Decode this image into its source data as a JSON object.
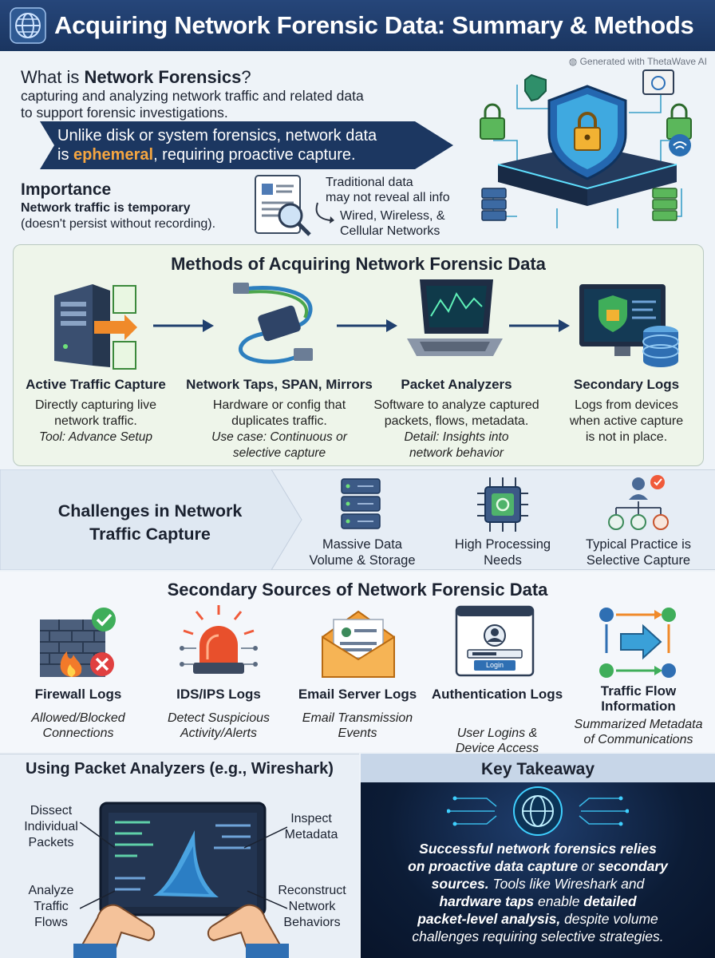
{
  "header": {
    "title": "Acquiring Network Forensic Data: Summary & Methods"
  },
  "credit": "Generated with ThetaWave AI",
  "intro": {
    "question_prefix": "What is ",
    "question_term": "Network Forensics",
    "question_suffix": "?",
    "definition_line1": "capturing and analyzing network traffic and related data",
    "definition_line2": "to support forensic investigations.",
    "banner_line1": "Unlike disk or system forensics, network data",
    "banner_is": "is ",
    "banner_highlight": "ephemeral",
    "banner_rest": ", requiring proactive capture."
  },
  "importance": {
    "heading": "Importance",
    "line1": "Network traffic is temporary",
    "line2": "(doesn't persist without recording).",
    "note1": "Traditional data",
    "note2": "may not reveal all info",
    "note3": "Wired, Wireless, &",
    "note4": "Cellular Networks"
  },
  "methods": {
    "heading": "Methods of Acquiring Network Forensic Data",
    "items": [
      {
        "title": "Active Traffic Capture",
        "desc1": "Directly capturing live",
        "desc2": "network traffic.",
        "note1": "Tool: Advance Setup",
        "note2": ""
      },
      {
        "title": "Network Taps, SPAN, Mirrors",
        "desc1": "Hardware or config that",
        "desc2": "duplicates traffic.",
        "note1": "Use case: Continuous or",
        "note2": "selective capture"
      },
      {
        "title": "Packet Analyzers",
        "desc1": "Software to analyze captured",
        "desc2": "packets, flows, metadata.",
        "note1": "Detail: Insights into",
        "note2": "network behavior"
      },
      {
        "title": "Secondary Logs",
        "desc1": "Logs from devices",
        "desc2": "when active capture",
        "note1": "",
        "note2": "is not in place."
      }
    ]
  },
  "challenges": {
    "heading_line1": "Challenges in Network",
    "heading_line2": "Traffic Capture",
    "items": [
      {
        "line1": "Massive Data",
        "line2": "Volume & Storage"
      },
      {
        "line1": "High Processing",
        "line2": "Needs"
      },
      {
        "line1": "Typical Practice is",
        "line2": "Selective Capture"
      }
    ]
  },
  "secondary": {
    "heading": "Secondary Sources of Network Forensic Data",
    "items": [
      {
        "title1": "Firewall Logs",
        "title2": "",
        "desc1": "Allowed/Blocked",
        "desc2": "Connections"
      },
      {
        "title1": "IDS/IPS Logs",
        "title2": "",
        "desc1": "Detect Suspicious",
        "desc2": "Activity/Alerts"
      },
      {
        "title1": "Email Server Logs",
        "title2": "",
        "desc1": "Email Transmission",
        "desc2": "Events"
      },
      {
        "title1": "Authentication Logs",
        "title2": "",
        "desc1": "User Logins &",
        "desc2": "Device Access"
      },
      {
        "title1": "Traffic Flow",
        "title2": "Information",
        "desc1": "Summarized Metadata",
        "desc2": "of Communications"
      }
    ],
    "login_button": "Login"
  },
  "analyzers": {
    "heading": "Using Packet Analyzers (e.g., Wireshark)",
    "labels": [
      {
        "l1": "Dissect",
        "l2": "Individual",
        "l3": "Packets"
      },
      {
        "l1": "Inspect",
        "l2": "Metadata",
        "l3": ""
      },
      {
        "l1": "Analyze",
        "l2": "Traffic",
        "l3": "Flows"
      },
      {
        "l1": "Reconstruct",
        "l2": "Network",
        "l3": "Behaviors"
      }
    ]
  },
  "takeaway": {
    "heading": "Key Takeaway",
    "p1": "Successful network forensics relies",
    "p2a": "on proactive data capture",
    "p2b": " or ",
    "p2c": "secondary",
    "p3a": "sources.",
    "p3b": " Tools like Wireshark and",
    "p4a": "hardware taps",
    "p4b": " enable ",
    "p4c": "detailed",
    "p5a": "packet-level analysis,",
    "p5b": " despite volume",
    "p6": "challenges requiring selective strategies."
  },
  "colors": {
    "navy": "#1a3560",
    "accent_orange": "#f6a640",
    "panel_green": "#eef5ea"
  }
}
